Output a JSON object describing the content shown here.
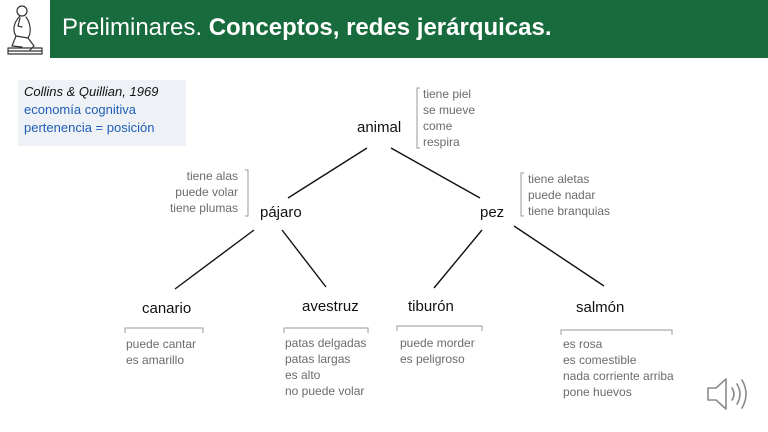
{
  "header": {
    "title_light": "Preliminares.",
    "title_bold": "Conceptos, redes jerárquicas."
  },
  "reference": {
    "author": "Collins & Quillian, 1969",
    "line1": "economía cognitiva",
    "line2": "pertenencia = posición"
  },
  "nodes": {
    "animal": {
      "label": "animal",
      "props": [
        "tiene piel",
        "se mueve",
        "come",
        "respira"
      ]
    },
    "pajaro": {
      "label": "pájaro",
      "props": [
        "tiene alas",
        "puede volar",
        "tiene plumas"
      ]
    },
    "pez": {
      "label": "pez",
      "props": [
        "tiene aletas",
        "puede nadar",
        "tiene branquias"
      ]
    },
    "canario": {
      "label": "canario",
      "props": [
        "puede cantar",
        "es amarillo"
      ]
    },
    "avestruz": {
      "label": "avestruz",
      "props": [
        "patas delgadas",
        "patas largas",
        "es alto",
        "no puede volar"
      ]
    },
    "tiburon": {
      "label": "tiburón",
      "props": [
        "puede morder",
        "es peligroso"
      ]
    },
    "salmon": {
      "label": "salmón",
      "props": [
        "es rosa",
        "es comestible",
        "nada corriente arriba",
        "pone huevos"
      ]
    }
  },
  "icons": {
    "logo": "thinker-statue-icon",
    "audio": "speaker-icon"
  },
  "colors": {
    "header": "#176b3c",
    "accent_text": "#1f5fb8",
    "property_text": "#6b6b6b"
  }
}
